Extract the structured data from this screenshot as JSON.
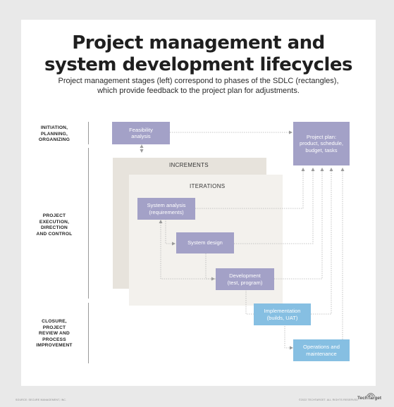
{
  "title_lines": [
    "Project management and",
    "system development lifecycles"
  ],
  "subtitle_lines": [
    "Project management stages (left) correspond to phases of the SDLC (rectangles),",
    "which provide feedback to the project plan for adjustments."
  ],
  "stages": [
    {
      "lines": [
        "INITIATION,",
        "PLANNING,",
        "ORGANIZING"
      ]
    },
    {
      "lines": [
        "PROJECT",
        "EXECUTION,",
        "DIRECTION",
        "AND CONTROL"
      ]
    },
    {
      "lines": [
        "CLOSURE,",
        "PROJECT",
        "REVIEW AND",
        "PROCESS",
        "IMPROVEMENT"
      ]
    }
  ],
  "panels": {
    "increments": "INCREMENTS",
    "iterations": "ITERATIONS"
  },
  "boxes": {
    "feasibility": [
      "Feasibility",
      "analysis"
    ],
    "project_plan": [
      "Project plan:",
      "product, schedule,",
      "budget, tasks"
    ],
    "system_analysis": [
      "System analysis",
      "(requirements)"
    ],
    "system_design": [
      "System design"
    ],
    "development": [
      "Development",
      "(test, program)"
    ],
    "implementation": [
      "Implementation",
      "(builds, UAT)"
    ],
    "operations": [
      "Operations and",
      "maintenance"
    ]
  },
  "colors": {
    "phase_box": "#a3a1c7",
    "closure_box": "#86bfe2",
    "increments_panel": "#e7e3dc",
    "iterations_panel": "#f3f1ed"
  },
  "footer": {
    "source": "SOURCE: SECURE MANAGEMENT, INC.",
    "copyright": "©2022 TECHTARGET. ALL RIGHTS RESERVED",
    "brand": "TechTarget"
  },
  "icons": [
    "techtarget-logo-icon"
  ]
}
